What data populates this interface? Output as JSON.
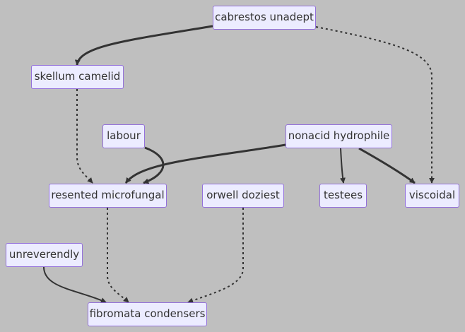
{
  "diagram": {
    "nodes": [
      {
        "id": "cabrestos_unadept",
        "label": "cabrestos unadept"
      },
      {
        "id": "skellum_camelid",
        "label": "skellum camelid"
      },
      {
        "id": "labour",
        "label": "labour"
      },
      {
        "id": "nonacid_hydrophile",
        "label": "nonacid hydrophile"
      },
      {
        "id": "resented_microfungal",
        "label": "resented microfungal"
      },
      {
        "id": "orwell_doziest",
        "label": "orwell doziest"
      },
      {
        "id": "testees",
        "label": "testees"
      },
      {
        "id": "viscoidal",
        "label": "viscoidal"
      },
      {
        "id": "unreverendly",
        "label": "unreverendly"
      },
      {
        "id": "fibromata_condensers",
        "label": "fibromata condensers"
      }
    ],
    "edges": [
      {
        "from": "cabrestos_unadept",
        "to": "skellum_camelid",
        "style": "thick"
      },
      {
        "from": "cabrestos_unadept",
        "to": "viscoidal",
        "style": "dotted"
      },
      {
        "from": "skellum_camelid",
        "to": "resented_microfungal",
        "style": "dotted"
      },
      {
        "from": "labour",
        "to": "resented_microfungal",
        "style": "thick"
      },
      {
        "from": "nonacid_hydrophile",
        "to": "resented_microfungal",
        "style": "thick"
      },
      {
        "from": "nonacid_hydrophile",
        "to": "testees",
        "style": "solid"
      },
      {
        "from": "nonacid_hydrophile",
        "to": "viscoidal",
        "style": "thick"
      },
      {
        "from": "resented_microfungal",
        "to": "fibromata_condensers",
        "style": "dotted"
      },
      {
        "from": "orwell_doziest",
        "to": "fibromata_condensers",
        "style": "dotted"
      },
      {
        "from": "unreverendly",
        "to": "fibromata_condensers",
        "style": "solid"
      }
    ]
  }
}
